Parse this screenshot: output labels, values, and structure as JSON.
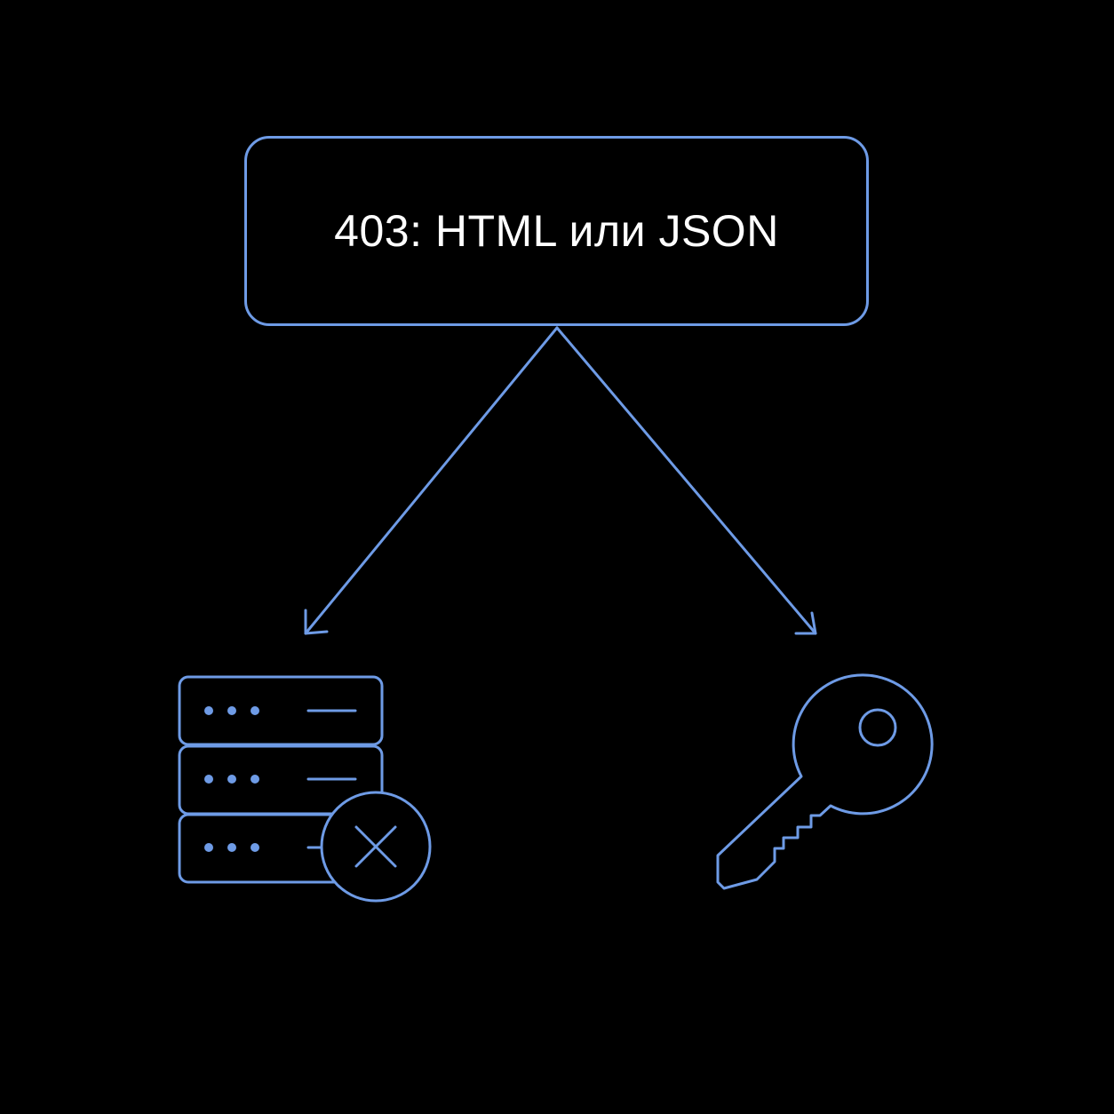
{
  "diagram": {
    "title": "403: HTML или JSON",
    "colors": {
      "background": "#000000",
      "accent": "#6E9BE6",
      "text": "#FFFFFF"
    },
    "nodes": [
      {
        "id": "server",
        "icon": "server-error-icon"
      },
      {
        "id": "key",
        "icon": "key-icon"
      }
    ]
  }
}
